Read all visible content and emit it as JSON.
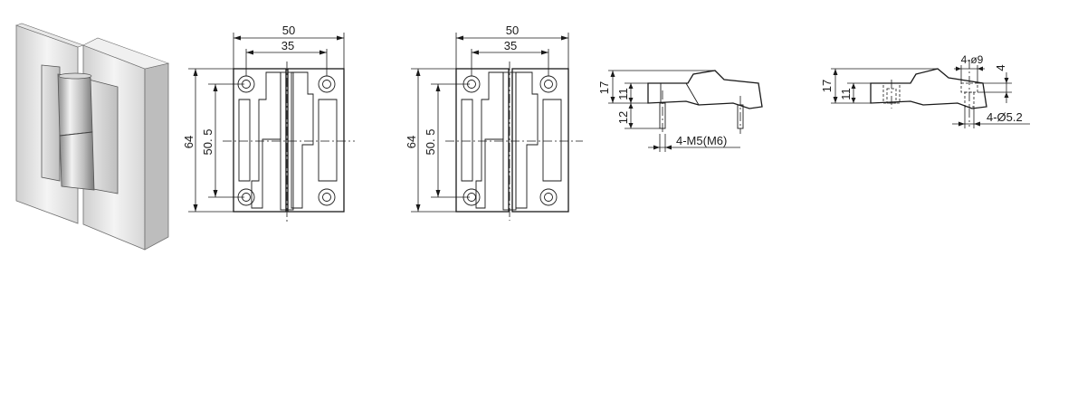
{
  "front_view_left": {
    "width_overall": "50",
    "width_inner": "35",
    "height_overall": "64",
    "hole_spacing": "50. 5"
  },
  "front_view_right": {
    "width_overall": "50",
    "width_inner": "35",
    "height_overall": "64",
    "hole_spacing": "50. 5"
  },
  "side_view_left": {
    "height_overall": "17",
    "body_height": "11",
    "stud_length": "12",
    "stud_thread": "4-M5(M6)"
  },
  "side_view_right": {
    "height_overall": "17",
    "body_height": "11",
    "counterbore": "4-ø9",
    "counterbore_depth": "4",
    "through_hole": "4-Ø5.2"
  }
}
